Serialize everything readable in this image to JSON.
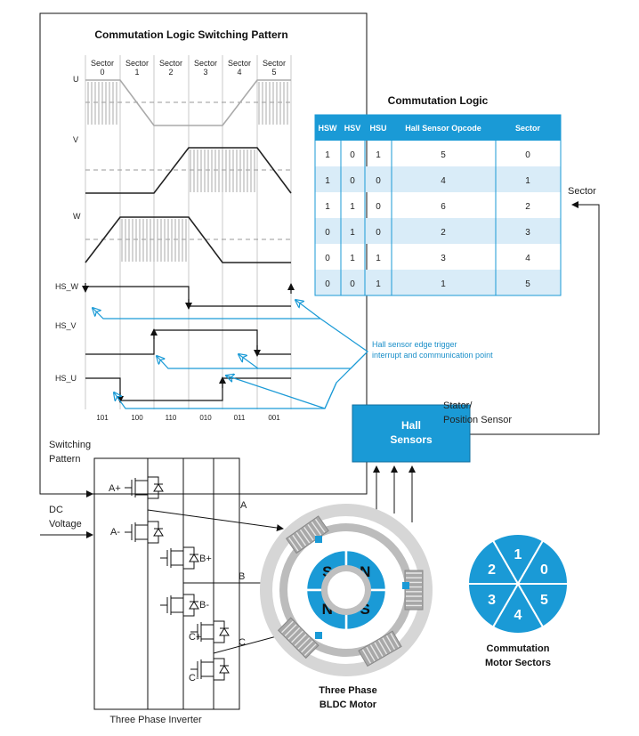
{
  "colors": {
    "accent": "#1a9ad6",
    "row_alt": "#d9ecf8",
    "gray": "#c8c8c8",
    "dark": "#111111"
  },
  "switching": {
    "title": "Commutation Logic Switching Pattern",
    "sector_word": "Sector",
    "sector_numbers": [
      "0",
      "1",
      "2",
      "3",
      "4",
      "5"
    ],
    "signals": [
      "U",
      "V",
      "W",
      "HS_W",
      "HS_V",
      "HS_U"
    ],
    "codes": [
      "101",
      "100",
      "110",
      "010",
      "011",
      "001"
    ]
  },
  "table": {
    "title": "Commutation Logic",
    "headers": [
      "HSW",
      "HSV",
      "HSU",
      "Hall Sensor Opcode",
      "Sector"
    ],
    "rows": [
      [
        "1",
        "0",
        "1",
        "5",
        "0"
      ],
      [
        "1",
        "0",
        "0",
        "4",
        "1"
      ],
      [
        "1",
        "1",
        "0",
        "6",
        "2"
      ],
      [
        "0",
        "1",
        "0",
        "2",
        "3"
      ],
      [
        "0",
        "1",
        "1",
        "3",
        "4"
      ],
      [
        "0",
        "0",
        "1",
        "1",
        "5"
      ]
    ]
  },
  "labels": {
    "sector": "Sector",
    "hall_note_1": "Hall sensor edge trigger",
    "hall_note_2": "interrupt and communication point",
    "stator_1": "Stator/",
    "stator_2": "Position Sensor",
    "hall_box_1": "Hall",
    "hall_box_2": "Sensors",
    "switching_1": "Switching",
    "switching_2": "Pattern",
    "dc_1": "DC",
    "dc_2": "Voltage",
    "phase_a": "A",
    "phase_b": "B",
    "phase_c": "C",
    "inverter": "Three Phase Inverter",
    "motor_1": "Three Phase",
    "motor_2": "BLDC Motor",
    "sectors_1": "Commutation",
    "sectors_2": "Motor Sectors",
    "transistors": [
      "A+",
      "A-",
      "B+",
      "B-",
      "C+",
      "C-"
    ],
    "poles": [
      "S",
      "N",
      "N",
      "S"
    ],
    "pie_sectors": [
      "1",
      "0",
      "5",
      "4",
      "3",
      "2"
    ]
  }
}
